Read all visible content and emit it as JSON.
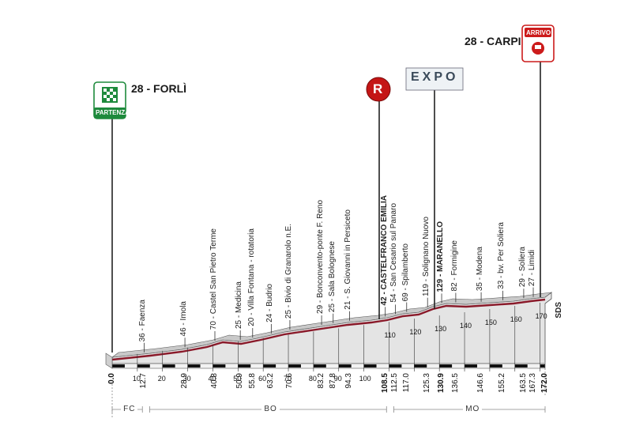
{
  "start": {
    "label": "28 - FORLÌ",
    "badge": "PARTENZA"
  },
  "finish": {
    "label": "28 - CARPI",
    "badge": "ARRIVO"
  },
  "checkpoint": {
    "letter": "R"
  },
  "expo": {
    "text": "EXPO"
  },
  "sds": "SDS",
  "towns": [
    {
      "label": "36 - Faenza",
      "km": 12.7,
      "bold": false
    },
    {
      "label": "46 - Imola",
      "km": 28.9,
      "bold": false
    },
    {
      "label": "70 - Castel San Pietro Terme",
      "km": 40.8,
      "bold": false
    },
    {
      "label": "25 - Medicina",
      "km": 50.9,
      "bold": false
    },
    {
      "label": "20 - Villa Fontana - rotatoria",
      "km": 55.8,
      "bold": false
    },
    {
      "label": "24 - Budrio",
      "km": 63.2,
      "bold": false
    },
    {
      "label": "25 - Bivio di Granarolo n.E.",
      "km": 70.6,
      "bold": false
    },
    {
      "label": "29 - Bonconvento-ponte F. Reno",
      "km": 83.2,
      "bold": false
    },
    {
      "label": "25 - Sala Bolognese",
      "km": 87.8,
      "bold": false
    },
    {
      "label": "21 - S. Giovanni in Persiceto",
      "km": 94.3,
      "bold": false
    },
    {
      "label": "42 - CASTELFRANCO EMILIA",
      "km": 108.5,
      "bold": true
    },
    {
      "label": "54 - San Cesario sul Panaro",
      "km": 112.5,
      "bold": false
    },
    {
      "label": "69 - Spilamberto",
      "km": 117.0,
      "bold": false
    },
    {
      "label": "119 - Solignano Nuovo",
      "km": 125.3,
      "bold": false
    },
    {
      "label": "129 - MARANELLO",
      "km": 130.9,
      "bold": true
    },
    {
      "label": "82 - Formigine",
      "km": 136.5,
      "bold": false
    },
    {
      "label": "35 - Modena",
      "km": 146.6,
      "bold": false
    },
    {
      "label": "33 - bv. Per Soliera",
      "km": 155.2,
      "bold": false
    },
    {
      "label": "29 - Soliera",
      "km": 163.5,
      "bold": false
    },
    {
      "label": "27 - Limidi",
      "km": 167.3,
      "bold": false
    }
  ],
  "km_labels": [
    {
      "text": "0.0",
      "km": 0,
      "bold": true
    },
    {
      "text": "12.7",
      "km": 12.7,
      "bold": false
    },
    {
      "text": "28.9",
      "km": 28.9,
      "bold": false
    },
    {
      "text": "40.8",
      "km": 40.8,
      "bold": false
    },
    {
      "text": "50.9",
      "km": 50.9,
      "bold": false
    },
    {
      "text": "55.8",
      "km": 55.8,
      "bold": false
    },
    {
      "text": "63.2",
      "km": 63.2,
      "bold": false
    },
    {
      "text": "70.6",
      "km": 70.6,
      "bold": false
    },
    {
      "text": "83.2",
      "km": 83.2,
      "bold": false
    },
    {
      "text": "87.8",
      "km": 87.8,
      "bold": false
    },
    {
      "text": "94.3",
      "km": 94.3,
      "bold": false
    },
    {
      "text": "108.5",
      "km": 108.5,
      "bold": true
    },
    {
      "text": "112.5",
      "km": 112.5,
      "bold": false
    },
    {
      "text": "117.0",
      "km": 117.0,
      "bold": false
    },
    {
      "text": "125.3",
      "km": 125.3,
      "bold": false
    },
    {
      "text": "130.9",
      "km": 130.9,
      "bold": true
    },
    {
      "text": "136.5",
      "km": 136.5,
      "bold": false
    },
    {
      "text": "146.6",
      "km": 146.6,
      "bold": false
    },
    {
      "text": "155.2",
      "km": 155.2,
      "bold": false
    },
    {
      "text": "163.5",
      "km": 163.5,
      "bold": false
    },
    {
      "text": "167.3",
      "km": 167.3,
      "bold": false
    },
    {
      "text": "172.0",
      "km": 172.0,
      "bold": true
    }
  ],
  "ticks": [
    "10",
    "20",
    "30",
    "40",
    "50",
    "60",
    "70",
    "80",
    "90",
    "100",
    "110",
    "120",
    "130",
    "140",
    "150",
    "160",
    "170"
  ],
  "provinces": [
    {
      "code": "FC",
      "from": 0,
      "to": 12
    },
    {
      "code": "BO",
      "from": 13,
      "to": 109
    },
    {
      "code": "MO",
      "from": 110,
      "to": 172
    }
  ],
  "colors": {
    "profile_top": "#8a1a2a",
    "profile_body": "#d8d8d8",
    "badge_green": "#1e8a3c",
    "badge_red": "#cc1b1b"
  }
}
